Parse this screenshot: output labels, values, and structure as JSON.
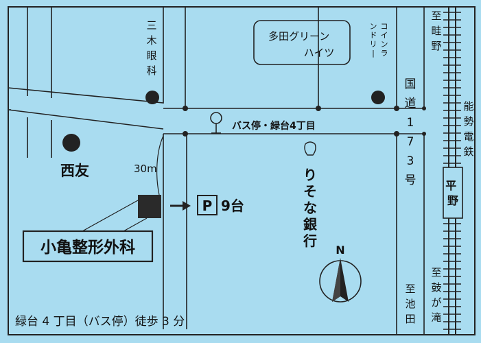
{
  "map": {
    "pois": {
      "clinic_name": "小亀整形外科",
      "eye_clinic": "三木眼科",
      "seiyu": "西友",
      "apartments": "多田グリーンハイツ",
      "laundry": "コインランドリー",
      "bank": "りそな銀行",
      "bus_stop": "バス停・緑台4丁目",
      "station": "平野"
    },
    "labels": {
      "distance": "30m",
      "parking_symbol": "P",
      "parking_count": "9台",
      "route_173": "国道173号",
      "railway": "能勢電鉄",
      "to_unebino": "至畦野",
      "to_tsuzumigataki": "至鼓が滝",
      "to_ikeda": "至池田",
      "north": "N"
    },
    "footer": "緑台 4 丁目（バス停）徒歩 3 分"
  },
  "colors": {
    "background": "#a9dcf0",
    "ink": "#222222"
  }
}
